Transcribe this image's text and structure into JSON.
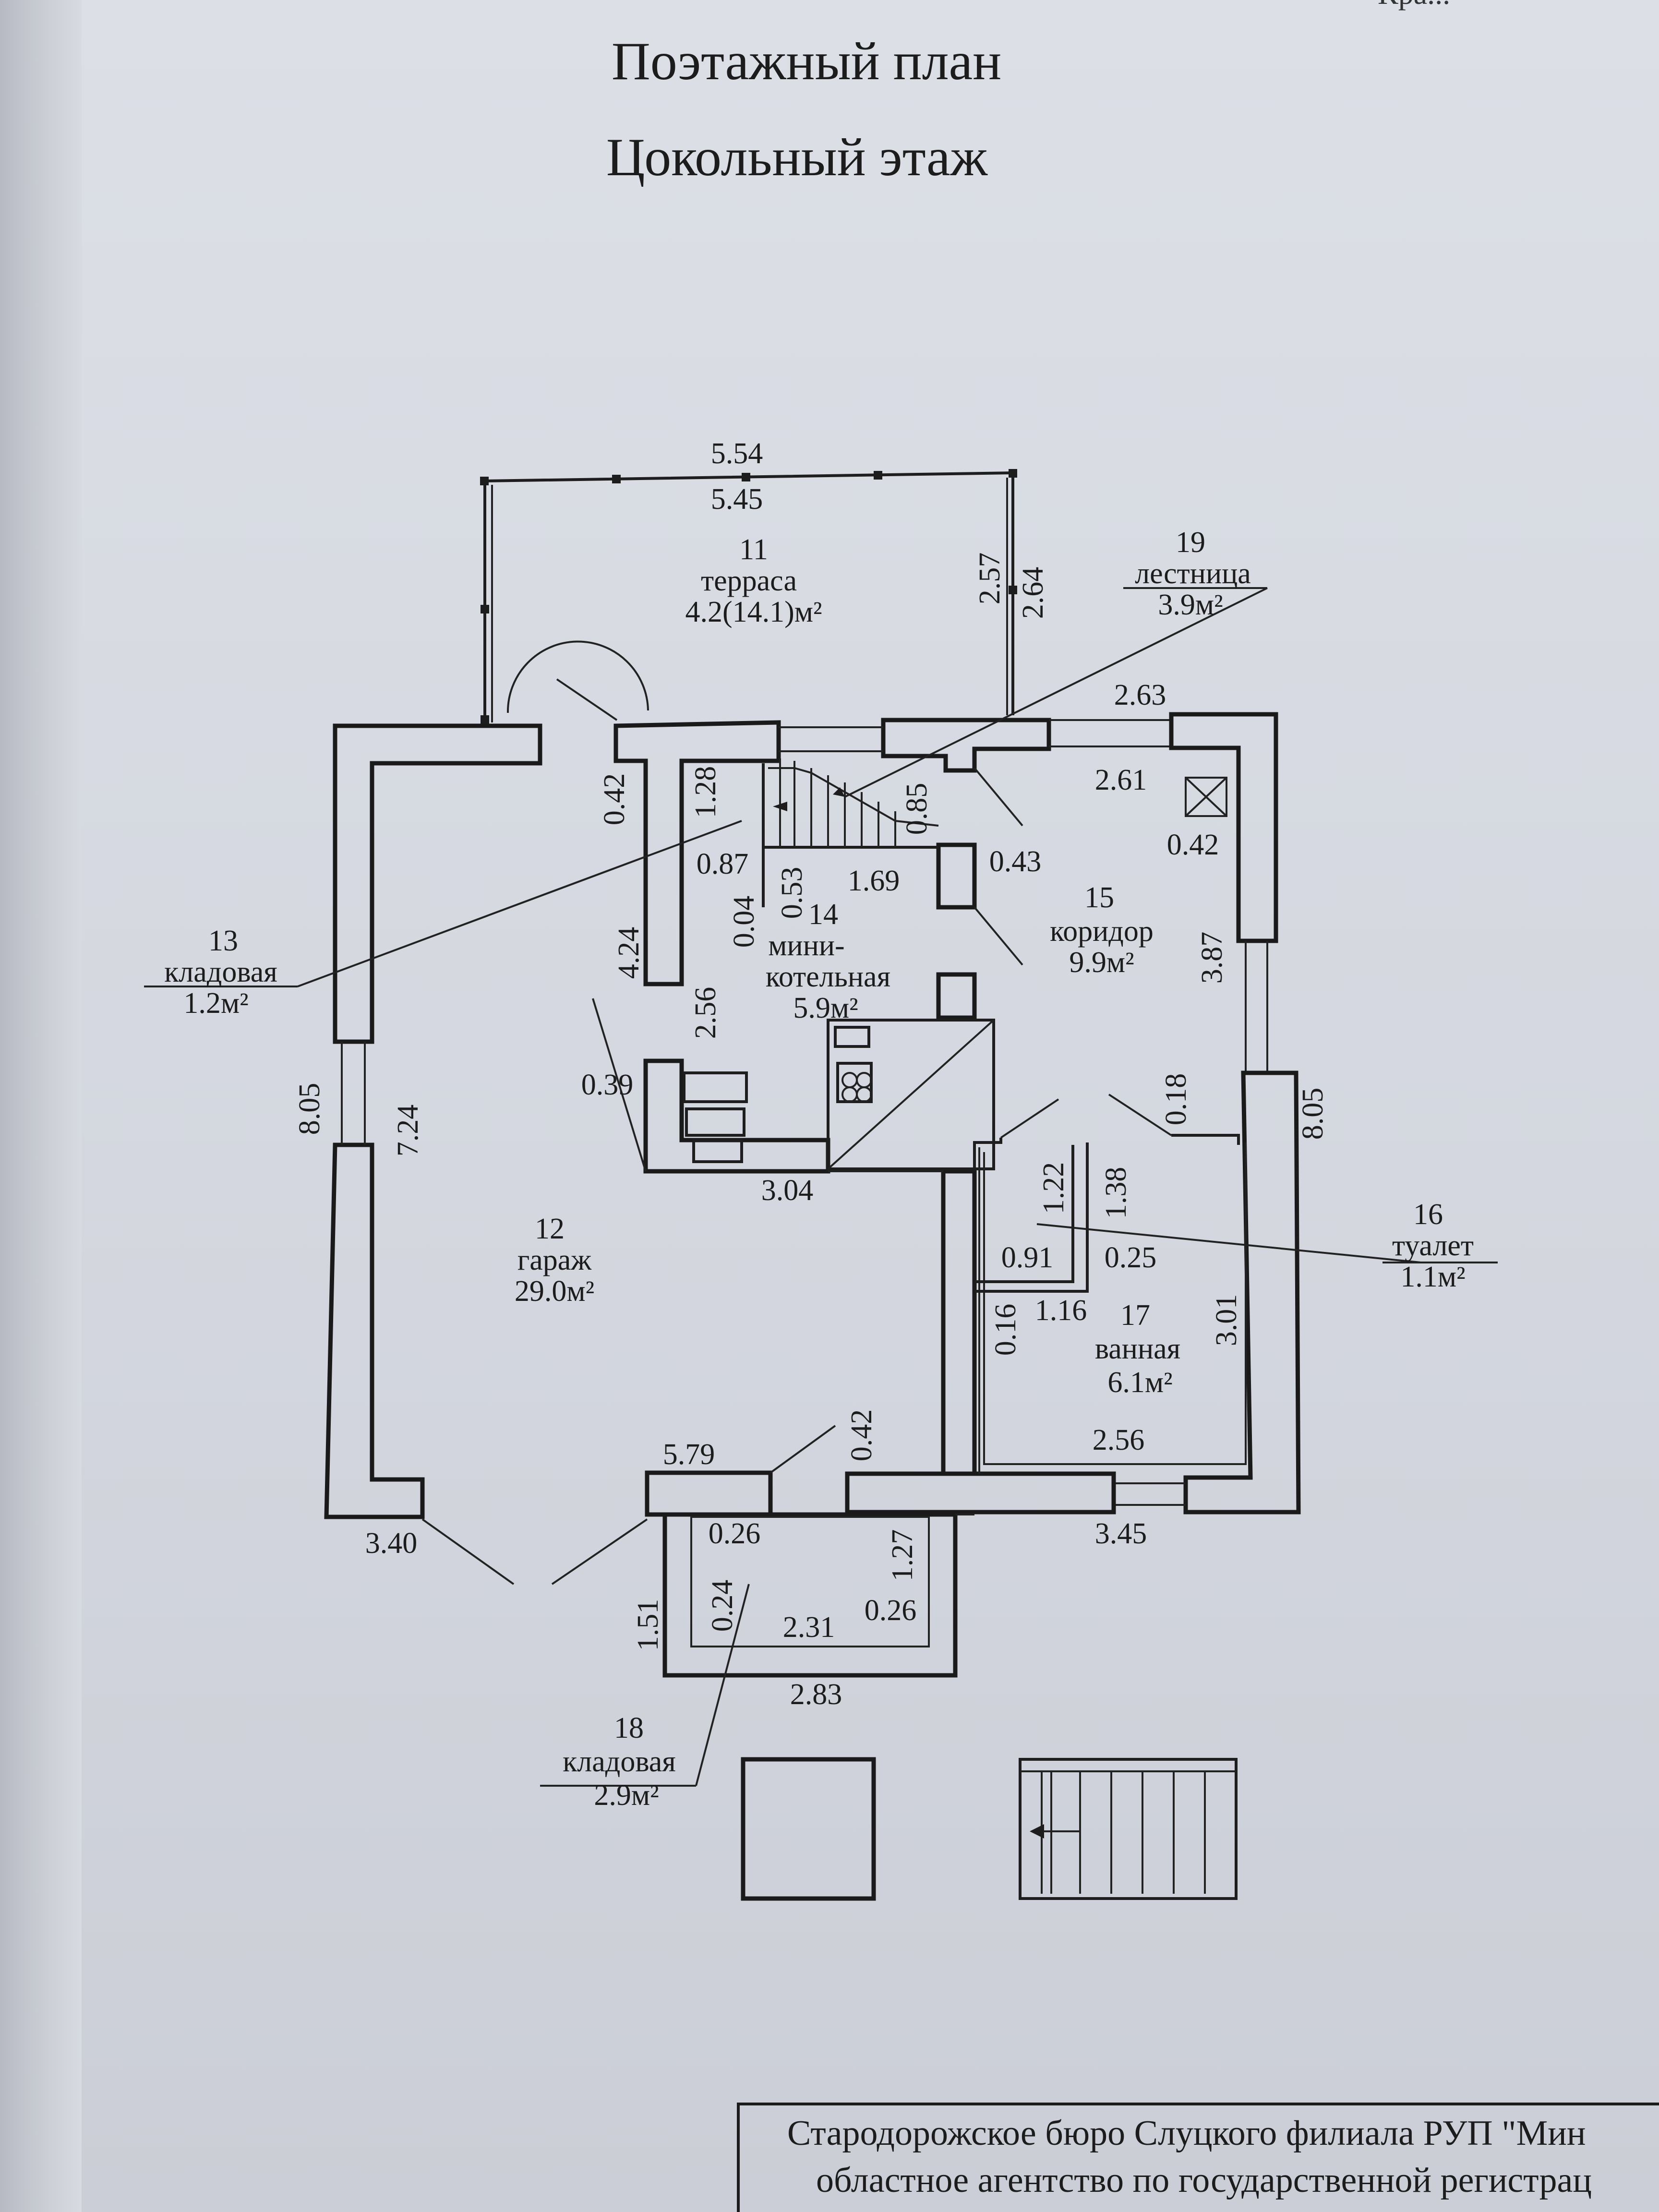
{
  "header": {
    "title": "Поэтажный план",
    "subtitle": "Цокольный этаж",
    "corner_fragment": "Кра..."
  },
  "rooms": [
    {
      "num": "11",
      "name": "терраса",
      "area": "4.2(14.1)м²"
    },
    {
      "num": "12",
      "name": "гараж",
      "area": "29.0м²"
    },
    {
      "num": "13",
      "name": "кладовая",
      "area": "1.2м²"
    },
    {
      "num": "14",
      "name": "мини-",
      "name2": "котельная",
      "area": "5.9м²"
    },
    {
      "num": "15",
      "name": "коридор",
      "area": "9.9м²"
    },
    {
      "num": "16",
      "name": "туалет",
      "area": "1.1м²"
    },
    {
      "num": "17",
      "name": "ванная",
      "area": "6.1м²"
    },
    {
      "num": "18",
      "name": "кладовая",
      "area": "2.9м²"
    },
    {
      "num": "19",
      "name": "лестница",
      "area": "3.9м²"
    }
  ],
  "dimensions": {
    "terrace_outer": "5.54",
    "terrace_inner": "5.45",
    "terrace_side_a": "2.57",
    "terrace_side_b": "2.64",
    "top_right_outer": "2.63",
    "top_right_inner": "2.61",
    "right_small": "0.42",
    "left_042": "0.42",
    "stair_128": "1.28",
    "stair_085": "0.85",
    "d_087": "0.87",
    "d_053": "0.53",
    "d_169": "1.69",
    "d_043": "0.43",
    "d_004": "0.04",
    "d_424": "4.24",
    "d_256": "2.56",
    "d_039": "0.39",
    "d_304": "3.04",
    "d_387": "3.87",
    "d_018": "0.18",
    "left_outer": "8.05",
    "left_inner": "7.24",
    "right_outer": "8.05",
    "d_122": "1.22",
    "d_138": "1.38",
    "d_091": "0.91",
    "d_025": "0.25",
    "d_016": "0.16",
    "d_116": "1.16",
    "d_301": "3.01",
    "d_256b": "2.56",
    "bottom_right": "3.45",
    "bottom_left": "3.40",
    "d_579": "5.79",
    "d_042b": "0.42",
    "d_026a": "0.26",
    "d_024": "0.24",
    "d_231": "2.31",
    "d_026b": "0.26",
    "d_151": "1.51",
    "d_127": "1.27",
    "d_283": "2.83"
  },
  "footer": {
    "line1": "Стародорожское бюро Слуцкого филиала РУП \"Мин",
    "line2": "областное агентство по государственной регистрац"
  }
}
